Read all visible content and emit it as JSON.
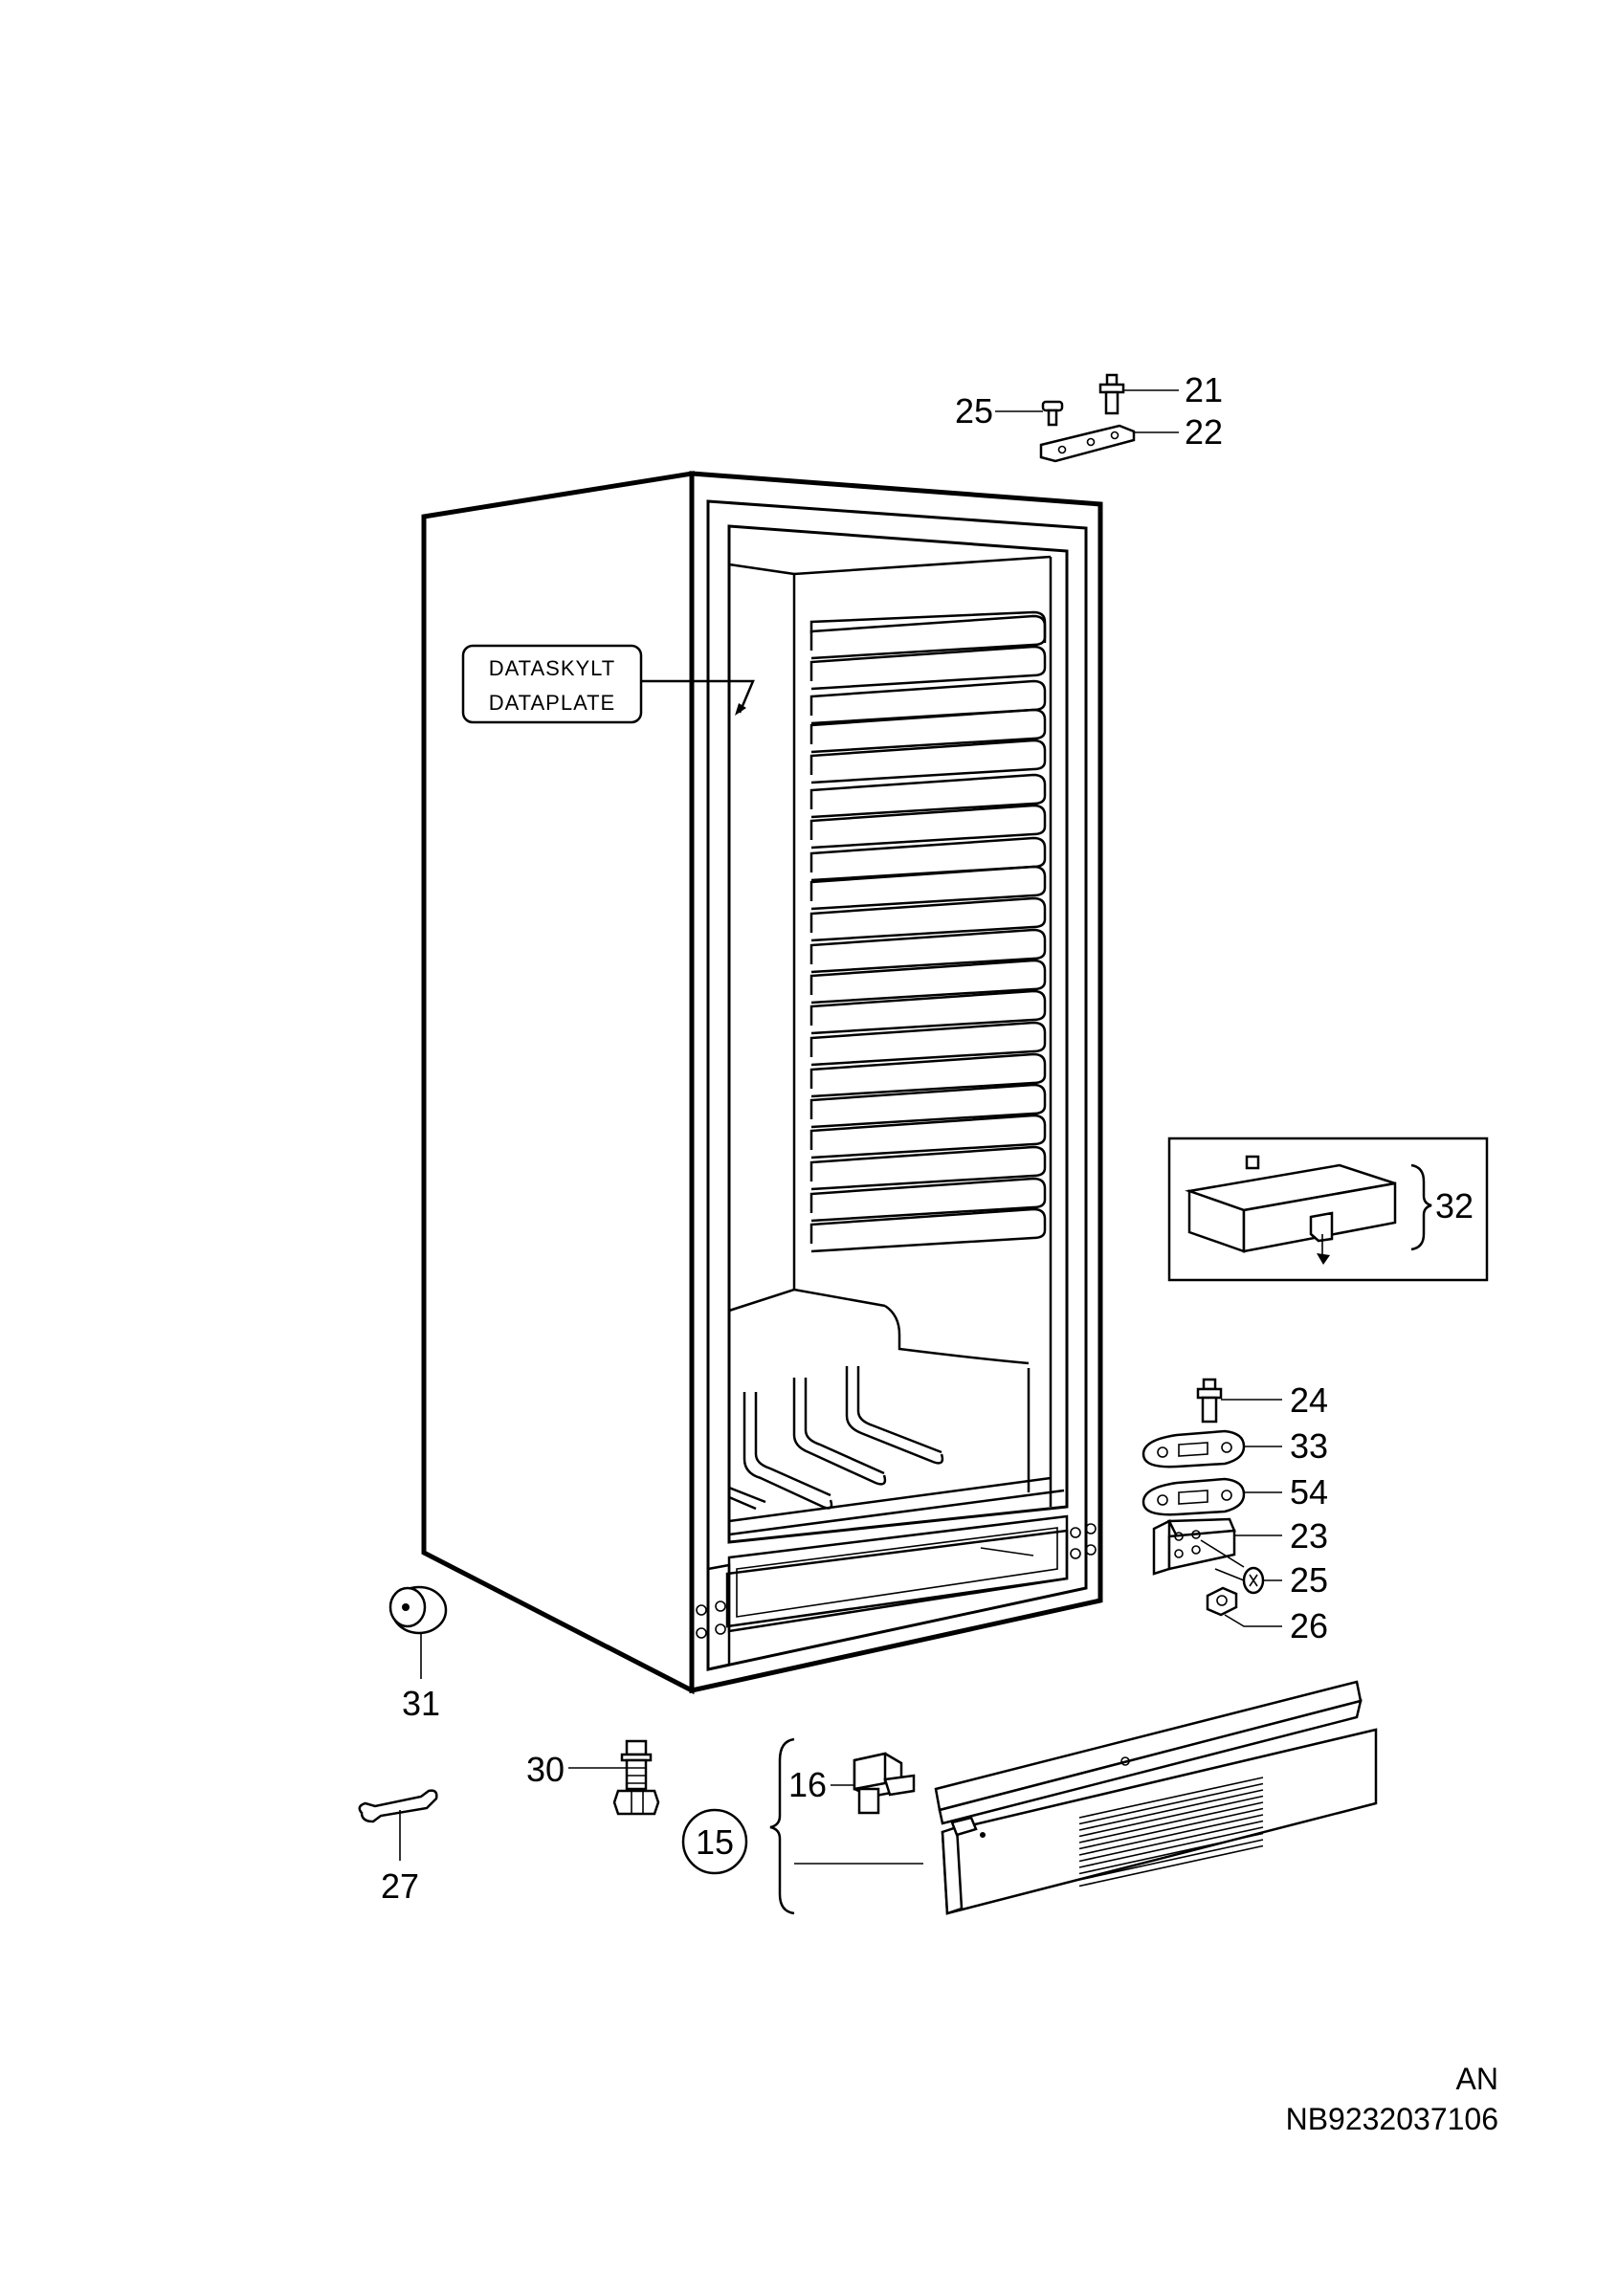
{
  "labels": {
    "p25_top": "25",
    "p21": "21",
    "p22": "22",
    "p32": "32",
    "p24": "24",
    "p33": "33",
    "p54": "54",
    "p23": "23",
    "p25_bottom": "25",
    "p26": "26",
    "p31": "31",
    "p30": "30",
    "p16": "16",
    "p15": "15",
    "p27": "27"
  },
  "data_plate": {
    "line1": "DATASKYLT",
    "line2": "DATAPLATE"
  },
  "footer": {
    "variant": "AN",
    "code": "NB9232037106"
  }
}
